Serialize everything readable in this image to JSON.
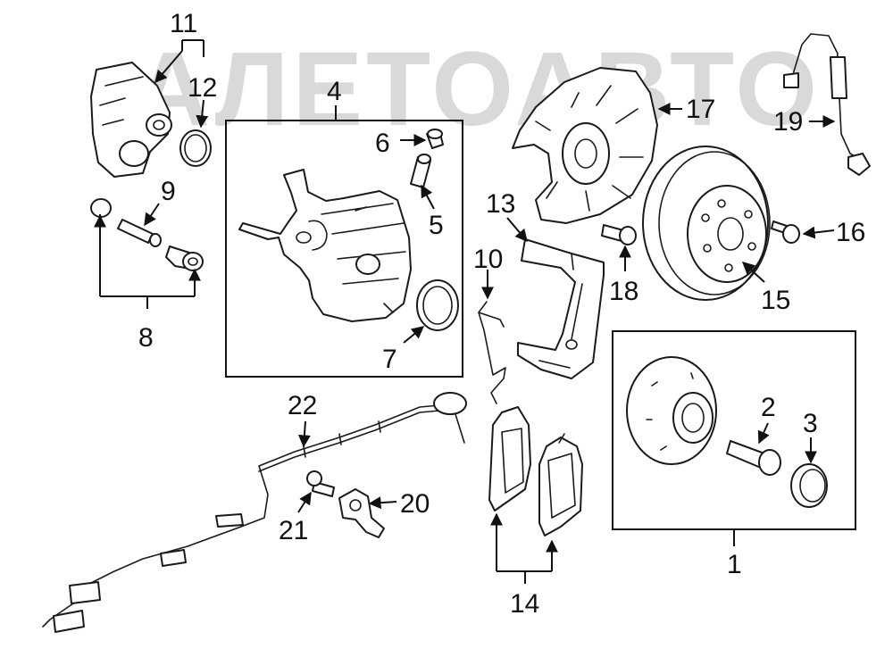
{
  "watermark": "АЛЕТОАВТО",
  "colors": {
    "line": "#111111",
    "watermark": "#d9d9d9",
    "background": "#ffffff"
  },
  "callouts": {
    "c1": "1",
    "c2": "2",
    "c3": "3",
    "c4": "4",
    "c5": "5",
    "c6": "6",
    "c7": "7",
    "c8": "8",
    "c9": "9",
    "c10": "10",
    "c11": "11",
    "c12": "12",
    "c13": "13",
    "c14": "14",
    "c15": "15",
    "c16": "16",
    "c17": "17",
    "c18": "18",
    "c19": "19",
    "c20": "20",
    "c21": "21",
    "c22": "22"
  }
}
